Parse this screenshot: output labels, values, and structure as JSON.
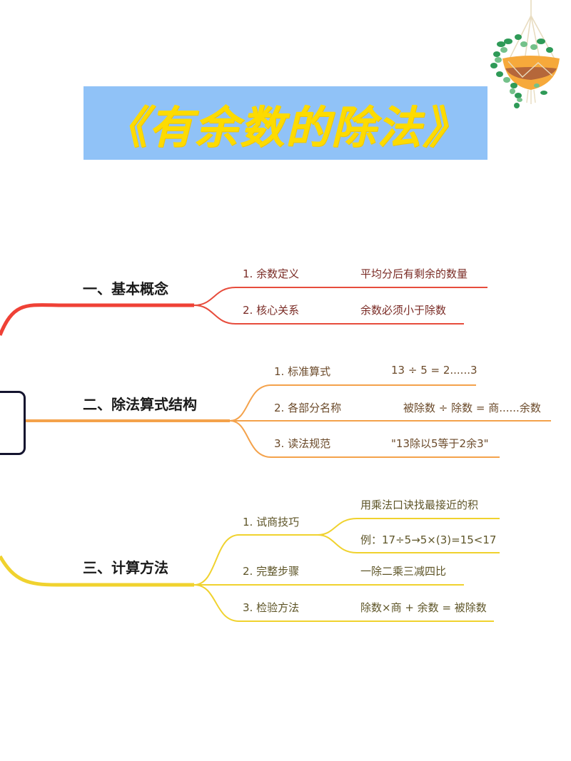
{
  "title": "《有余数的除法》",
  "colors": {
    "title_bg": "#90c2f7",
    "title_text": "#fddb00",
    "branch_1": "#ef4136",
    "branch_2": "#f4a24b",
    "branch_3": "#f0d22e",
    "root_border": "#14142e"
  },
  "decoration": {
    "icon": "hanging-plant-icon"
  },
  "branches": [
    {
      "topic": "一、基本概念",
      "children": [
        {
          "label": "1. 余数定义",
          "detail": "平均分后有剩余的数量"
        },
        {
          "label": "2. 核心关系",
          "detail": "余数必须小于除数"
        }
      ]
    },
    {
      "topic": "二、除法算式结构",
      "children": [
        {
          "label": "1. 标准算式",
          "detail": "13 ÷ 5 = 2......3"
        },
        {
          "label": "2. 各部分名称",
          "detail": "被除数 ÷ 除数 = 商......余数"
        },
        {
          "label": "3. 读法规范",
          "detail": "\"13除以5等于2余3\""
        }
      ]
    },
    {
      "topic": "三、计算方法",
      "children": [
        {
          "label": "1. 试商技巧",
          "details": [
            "用乘法口诀找最接近的积",
            "例：17÷5→5×(3)=15<17"
          ]
        },
        {
          "label": "2. 完整步骤",
          "detail": "一除二乘三减四比"
        },
        {
          "label": "3. 检验方法",
          "detail": "除数×商 + 余数 = 被除数"
        }
      ]
    }
  ]
}
